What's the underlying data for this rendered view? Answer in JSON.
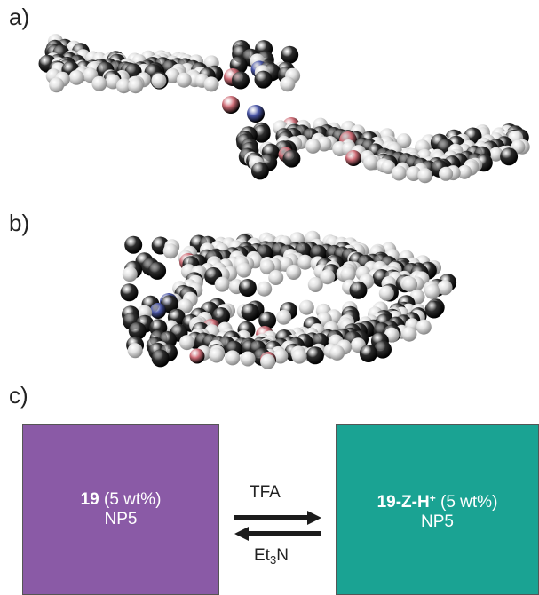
{
  "panels": {
    "a": {
      "label": "a)"
    },
    "b": {
      "label": "b)"
    },
    "c": {
      "label": "c)"
    }
  },
  "left_sample": {
    "compound": "19",
    "concentration": "(5 wt%)",
    "host": "NP5",
    "color": "#8a5aa6"
  },
  "right_sample": {
    "compound": "19-Z-H",
    "charge": "+",
    "concentration": "(5 wt%)",
    "host": "NP5",
    "color": "#1aa393"
  },
  "forward_reagent": "TFA",
  "reverse_reagent_main": "Et",
  "reverse_reagent_sub": "3",
  "reverse_reagent_tail": "N",
  "atom_colors": {
    "carbon": "#2c2c2c",
    "hydrogen": "#e2e2e2",
    "oxygen": "#d06e78",
    "nitrogen": "#4b57a8"
  }
}
